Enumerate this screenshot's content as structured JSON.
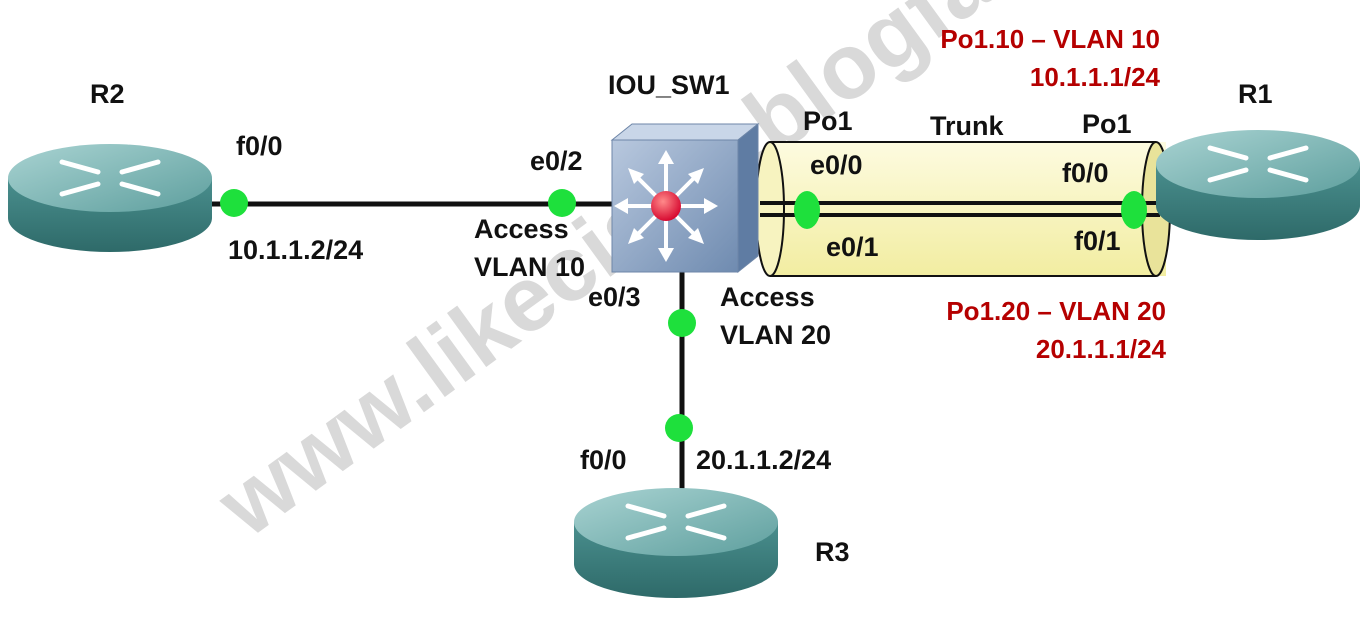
{
  "devices": {
    "r1": {
      "name": "R1"
    },
    "r2": {
      "name": "R2"
    },
    "r3": {
      "name": "R3"
    },
    "sw1": {
      "name": "IOU_SW1"
    }
  },
  "interfaces": {
    "r2_f0_0": "f0/0",
    "r2_ip": "10.1.1.2/24",
    "sw_e0_2": "e0/2",
    "sw_e0_2_mode": "Access",
    "sw_e0_2_vlan": "VLAN 10",
    "sw_e0_3": "e0/3",
    "sw_e0_3_mode": "Access",
    "sw_e0_3_vlan": "VLAN 20",
    "r3_f0_0": "f0/0",
    "r3_ip": "20.1.1.2/24",
    "sw_po1": "Po1",
    "sw_e0_0": "e0/0",
    "sw_e0_1": "e0/1",
    "r1_po1": "Po1",
    "r1_f0_0": "f0/0",
    "r1_f0_1": "f0/1",
    "trunk": "Trunk"
  },
  "subinterfaces": {
    "po1_10": {
      "name": "Po1.10 – VLAN 10",
      "ip": "10.1.1.1/24"
    },
    "po1_20": {
      "name": "Po1.20 – VLAN 20",
      "ip": "20.1.1.1/24"
    }
  },
  "watermark": "www.likecisco.blogfa.com",
  "colors": {
    "link_dot": "#1ee03c",
    "subif_text": "#b50000",
    "trunk_fill": "#fbf7b5",
    "router_teal": "#3f8584",
    "switch_blue": "#8aa3c4"
  }
}
